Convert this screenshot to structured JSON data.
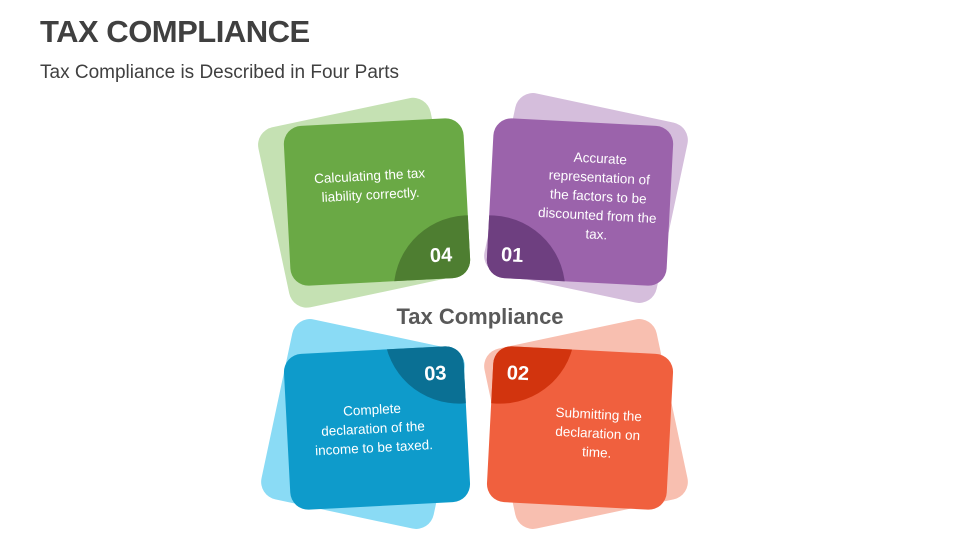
{
  "slide": {
    "title": "TAX COMPLIANCE",
    "subtitle": "Tax Compliance is Described in Four Parts",
    "center_label": "Tax Compliance"
  },
  "parts": [
    {
      "number": "01",
      "text": "Accurate representation of the factors to be discounted from the tax.",
      "color": "#9B63AB",
      "back_color": "#D5BEDC",
      "corner_color": "#6E3F80"
    },
    {
      "number": "02",
      "text": "Submitting the declaration on time.",
      "color": "#F0603E",
      "back_color": "#F8BFB0",
      "corner_color": "#D2340E"
    },
    {
      "number": "03",
      "text": "Complete declaration of the income to be taxed.",
      "color": "#0E9BCB",
      "back_color": "#8ADBF5",
      "corner_color": "#0A7094"
    },
    {
      "number": "04",
      "text": "Calculating the tax liability correctly.",
      "color": "#6AA945",
      "back_color": "#C5E1B3",
      "corner_color": "#4E7E31"
    }
  ]
}
